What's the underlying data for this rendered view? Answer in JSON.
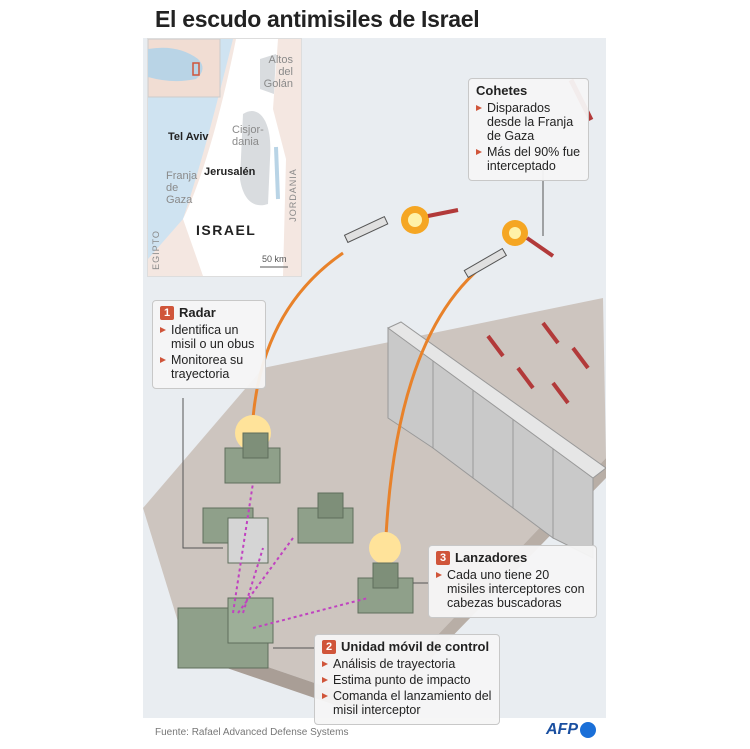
{
  "title": "El escudo antimisiles de Israel",
  "map": {
    "labels": {
      "golan": "Altos del Golán",
      "tel_aviv": "Tel Aviv",
      "cisjordania": "Cisjor-dania",
      "jerusalem": "Jerusalén",
      "gaza": "Franja de Gaza",
      "israel": "ISRAEL",
      "egipto": "EGIPTO",
      "jordania": "JORDANIA",
      "scale": "50 km"
    }
  },
  "cohetes": {
    "title": "Cohetes",
    "items": [
      "Disparados desde la Franja de Gaza",
      "Más del 90% fue interceptado"
    ]
  },
  "radar": {
    "number": "1",
    "title": "Radar",
    "items": [
      "Identifica un misil o un obus",
      "Monitorea su trayectoria"
    ]
  },
  "control": {
    "number": "2",
    "title": "Unidad móvil de control",
    "items": [
      "Análisis de trayectoria",
      "Estima punto de impacto",
      "Comanda el lanzamiento del misil interceptor"
    ]
  },
  "lanzadores": {
    "number": "3",
    "title": "Lanzadores",
    "items": [
      "Cada uno tiene 20 misiles interceptores con cabezas buscadoras"
    ]
  },
  "source": "Fuente: Rafael Advanced Defense Systems",
  "logo": "AFP",
  "colors": {
    "accent": "#d0553a",
    "trajectory": "#e8822a",
    "vehicle": "#8fa08a",
    "panel": "#e9edf1"
  }
}
